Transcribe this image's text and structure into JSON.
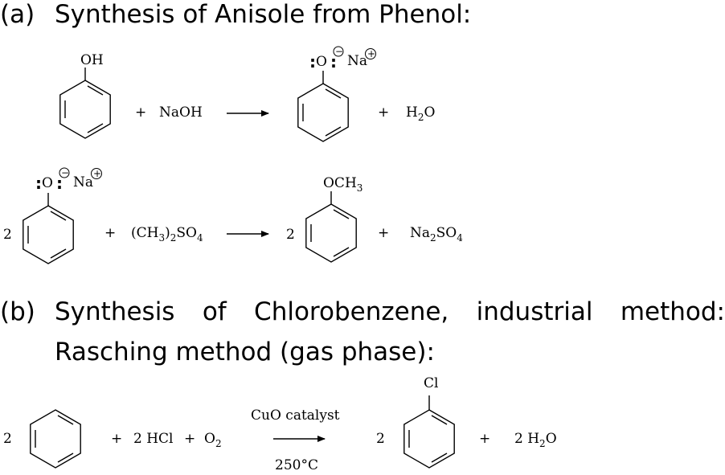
{
  "part_a": {
    "label": "(a)",
    "title": "Synthesis of Anisole from Phenol:",
    "eq1": {
      "reactant_group": "OH",
      "plus1": "+",
      "reagent": "NaOH",
      "product_atom": "O",
      "product_lone_pairs": ":",
      "product_charge": "−",
      "product_cation": "Na",
      "product_cation_charge": "+",
      "plus2": "+",
      "byproduct": "H",
      "byproduct_sub": "2",
      "byproduct_tail": "O"
    },
    "eq2": {
      "coef1": "2",
      "reactant_atom": "O",
      "reactant_lone_pairs": ":",
      "reactant_charge": "−",
      "reactant_cation": "Na",
      "reactant_cation_charge": "+",
      "plus1": "+",
      "reagent_a": "(CH",
      "reagent_sub1": "3",
      "reagent_b": ")",
      "reagent_sub2": "2",
      "reagent_c": "SO",
      "reagent_sub3": "4",
      "coef2": "2",
      "product_group": "OCH",
      "product_group_sub": "3",
      "plus2": "+",
      "byproduct_a": "Na",
      "byproduct_sub1": "2",
      "byproduct_b": "SO",
      "byproduct_sub2": "4"
    }
  },
  "part_b": {
    "label": "(b)",
    "title_words": [
      "Synthesis",
      "of",
      "Chlorobenzene,",
      "industrial",
      "method:"
    ],
    "title_line2": "Rasching method (gas phase):",
    "eq": {
      "coef1": "2",
      "plus1": "+",
      "reagent1": "2 HCl",
      "plus2": "+",
      "reagent2": "O",
      "reagent2_sub": "2",
      "catalyst": "CuO catalyst",
      "temperature": "250°C",
      "coef2": "2",
      "product_group": "Cl",
      "plus3": "+",
      "byproduct": "2 H",
      "byproduct_sub": "2",
      "byproduct_tail": "O"
    }
  }
}
